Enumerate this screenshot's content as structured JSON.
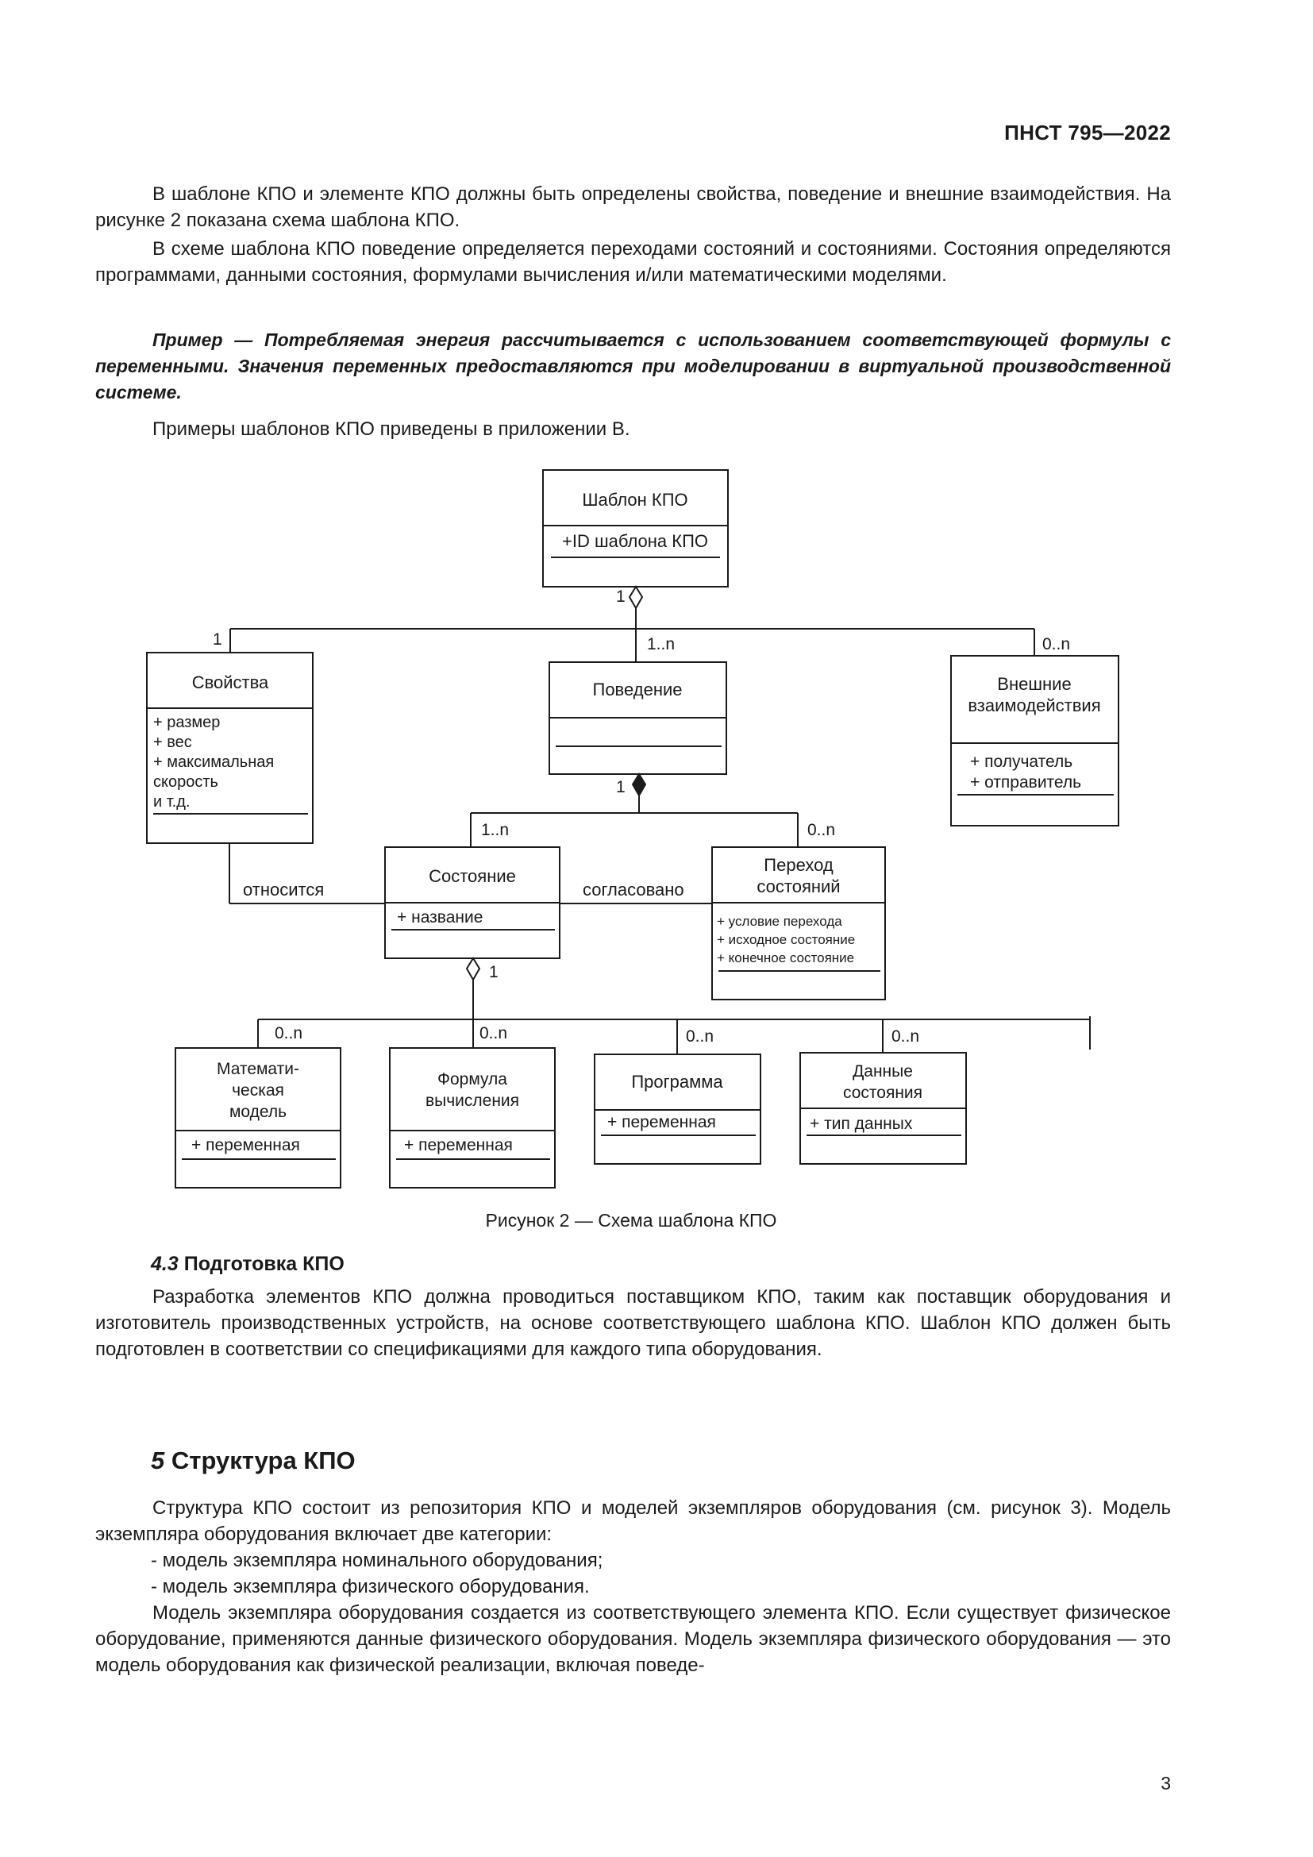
{
  "header": {
    "code": "ПНСТ 795—2022"
  },
  "paragraphs": {
    "p1": "В шаблоне КПО и элементе КПО должны быть определены свойства, поведение и внешние взаимодействия. На рисунке 2 показана схема шаблона КПО.",
    "p2": "В схеме шаблона КПО поведение определяется переходами состояний и состояниями. Состояния определяются программами, данными состояния, формулами вычисления и/или математическими моделями.",
    "example": "Пример — Потребляемая энергия рассчитывается с использованием соответствующей формулы с переменными. Значения переменных предоставляются при моделировании в виртуальной производственной системе.",
    "p3": "Примеры шаблонов КПО приведены в приложении В."
  },
  "diagram": {
    "template": {
      "title": "Шаблон КПО",
      "attr": "+ID шаблона КПО"
    },
    "properties": {
      "title": "Свойства",
      "attrs": [
        "+ размер",
        "+ вес",
        "+ максимальная",
        "скорость",
        "и т.д."
      ]
    },
    "behavior": {
      "title": "Поведение"
    },
    "external": {
      "title_line1": "Внешние",
      "title_line2": "взаимодействия",
      "attrs": [
        "+ получатель",
        "+ отправитель"
      ]
    },
    "state": {
      "title": "Состояние",
      "attr": "+ название"
    },
    "transition": {
      "title_line1": "Переход",
      "title_line2": "состояний",
      "attrs": [
        "+ условие перехода",
        "+ исходное состояние",
        "+ конечное состояние"
      ]
    },
    "math_model": {
      "title_lines": [
        "Математи-",
        "ческая",
        "модель"
      ],
      "attr": "+ переменная"
    },
    "formula": {
      "title_lines": [
        "Формула",
        "вычисления"
      ],
      "attr": "+ переменная"
    },
    "program": {
      "title": "Программа",
      "attr": "+ переменная"
    },
    "state_data": {
      "title_lines": [
        "Данные",
        "состояния"
      ],
      "attr": "+ тип данных"
    },
    "labels": {
      "one_a": "1",
      "one_b": "1",
      "one_c": "1",
      "one_d": "1",
      "one_n_a": "1..n",
      "one_n_b": "1..n",
      "zero_n_a": "0..n",
      "zero_n_b": "0..n",
      "zero_n_c": "0..n",
      "zero_n_d": "0..n",
      "zero_n_e": "0..n",
      "zero_n_f": "0..n",
      "relates": "относится",
      "agreed": "согласовано"
    }
  },
  "caption": "Рисунок 2 — Схема шаблона КПО",
  "section43": {
    "num": "4.3",
    "title": "Подготовка КПО"
  },
  "p43": "Разработка элементов КПО должна проводиться поставщиком КПО, таким как поставщик оборудования и изготовитель производственных устройств, на основе соответствующего шаблона КПО. Шаблон КПО должен быть подготовлен в соответствии со спецификациями для каждого типа оборудования.",
  "section5": {
    "num": "5",
    "title": "Структура КПО"
  },
  "p5a": "Структура КПО состоит из репозитория КПО и моделей экземпляров оборудования (см. рисунок 3). Модель экземпляра оборудования включает две категории:",
  "list": [
    "- модель экземпляра номинального оборудования;",
    "- модель экземпляра физического оборудования."
  ],
  "p5b": "Модель экземпляра оборудования создается из соответствующего элемента КПО. Если существует физическое оборудование, применяются данные физического оборудования. Модель экземпляра физического оборудования — это модель оборудования как физической реализации, включая поведе-",
  "page_number": "3"
}
